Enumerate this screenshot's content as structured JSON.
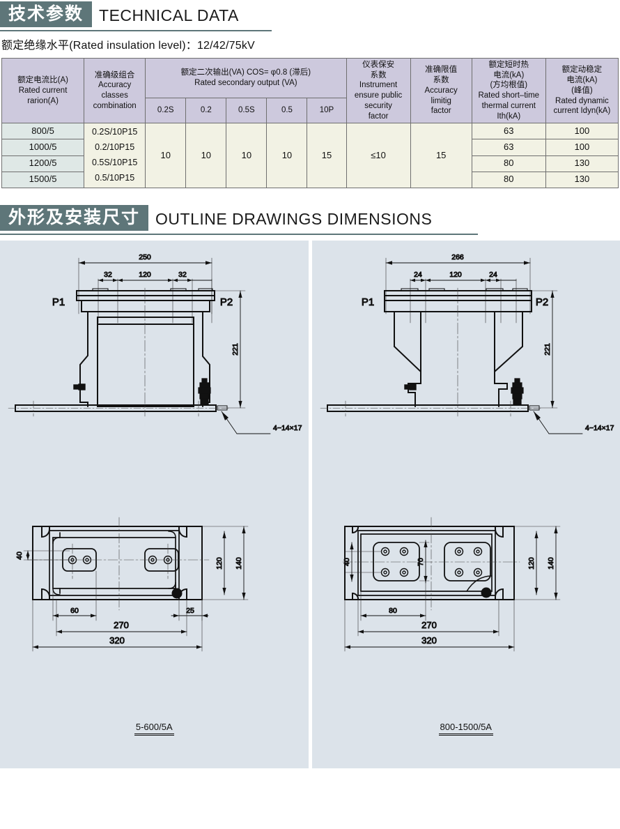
{
  "sections": {
    "technical": {
      "cn": "技术参数",
      "en": "TECHNICAL DATA",
      "insulation": "额定绝缘水平(Rated insulation level)：12/42/75kV"
    },
    "outline": {
      "cn": "外形及安装尺寸",
      "en": "OUTLINE  DRAWINGS  DIMENSIONS"
    }
  },
  "table": {
    "headers": {
      "ratio": "额定电流比(A)\nRated current\nrarion(A)",
      "ratio_l1": "额定电流比(A)",
      "ratio_l2": "Rated current",
      "ratio_l3": "rarion(A)",
      "accuracy_l1": "准确级组合",
      "accuracy_l2": "Accuracy",
      "accuracy_l3": "classes",
      "accuracy_l4": "combination",
      "secondary_l1": "额定二次输出(VA) COS= φ0.8 (滞后)",
      "secondary_l2": "Rated secondary output (VA)",
      "instrument_l1": "仪表保安",
      "instrument_l2": "系数",
      "instrument_l3": "Instrument",
      "instrument_l4": "ensure public",
      "instrument_l5": "security",
      "instrument_l6": "factor",
      "alf_l1": "准确限值",
      "alf_l2": "系数",
      "alf_l3": "Accuracy",
      "alf_l4": "limitig",
      "alf_l5": "factor",
      "ith_l1": "额定短时热",
      "ith_l2": "电流(kA)",
      "ith_l3": "(方均根值)",
      "ith_l4": "Rated short–time",
      "ith_l5": "thermal current",
      "ith_l6": "Ith(kA)",
      "idyn_l1": "额定动稳定",
      "idyn_l2": "电流(kA)",
      "idyn_l3": "(峰值)",
      "idyn_l4": "Rated dynamic",
      "idyn_l5": "current Idyn(kA)"
    },
    "subheaders": [
      "0.2S",
      "0.2",
      "0.5S",
      "0.5",
      "10P"
    ],
    "accuracy_combo": {
      "l1": "0.2S/10P15",
      "l2": "0.2/10P15",
      "l3": "0.5S/10P15",
      "l4": "0.5/10P15"
    },
    "outputs": {
      "c02s": "10",
      "c02": "10",
      "c05s": "10",
      "c05": "10",
      "c10p": "15"
    },
    "instrument_factor": "≤10",
    "alf_value": "15",
    "rows": [
      {
        "ratio": "800/5",
        "ith": "63",
        "idyn": "100"
      },
      {
        "ratio": "1000/5",
        "ith": "63",
        "idyn": "100"
      },
      {
        "ratio": "1200/5",
        "ith": "80",
        "idyn": "130"
      },
      {
        "ratio": "1500/5",
        "ith": "80",
        "idyn": "130"
      }
    ]
  },
  "drawings": {
    "left": {
      "caption": "5-600/5A",
      "front": {
        "width_total": "250",
        "seg1": "32",
        "seg2": "120",
        "seg3": "32",
        "height": "221",
        "p1": "P1",
        "p2": "P2",
        "hole_note": "4−14×17"
      },
      "plan": {
        "dim_40": "40",
        "dim_60": "60",
        "dim_25": "25",
        "dim_120": "120",
        "dim_140": "140",
        "dim_270": "270",
        "dim_320": "320"
      }
    },
    "right": {
      "caption": "800-1500/5A",
      "front": {
        "width_total": "266",
        "seg1": "24",
        "seg2": "120",
        "seg3": "24",
        "height": "221",
        "p1": "P1",
        "p2": "P2",
        "hole_note": "4−14×17"
      },
      "plan": {
        "dim_40": "40",
        "dim_70": "70",
        "dim_80": "80",
        "dim_120": "120",
        "dim_140": "140",
        "dim_270": "270",
        "dim_320": "320"
      }
    }
  },
  "colors": {
    "heading_bar": "#5e7679",
    "table_header": "#cdc9dd",
    "table_body": "#f2f2e4",
    "ratio_cell": "#dfe8e6",
    "panel_bg": "#dce3ea"
  }
}
